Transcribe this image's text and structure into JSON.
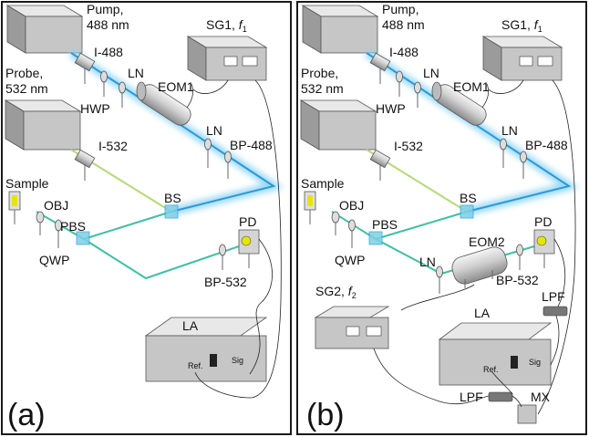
{
  "panels": [
    {
      "tag": "(a)",
      "labels": {
        "pump1": "Pump,",
        "pump2": "488 nm",
        "probe1": "Probe,",
        "probe2": "532 nm",
        "i488": "I-488",
        "i532": "I-532",
        "hwp": "HWP",
        "ln1": "LN",
        "ln2": "LN",
        "eom1": "EOM1",
        "bp488": "BP-488",
        "sample": "Sample",
        "obj": "OBJ",
        "qwp": "QWP",
        "pbs": "PBS",
        "bs": "BS",
        "pd": "PD",
        "bp532": "BP-532",
        "sg1": "SG1, ",
        "f": "f",
        "fsub": "1",
        "la": "LA",
        "ref": "Ref.",
        "sig": "Sig"
      }
    },
    {
      "tag": "(b)",
      "labels": {
        "pump1": "Pump,",
        "pump2": "488 nm",
        "probe1": "Probe,",
        "probe2": "532 nm",
        "i488": "I-488",
        "i532": "I-532",
        "hwp": "HWP",
        "ln1": "LN",
        "ln2": "LN",
        "eom1": "EOM1",
        "bp488": "BP-488",
        "sample": "Sample",
        "obj": "OBJ",
        "qwp": "QWP",
        "pbs": "PBS",
        "bs": "BS",
        "pd": "PD",
        "bp532": "BP-532",
        "sg1": "SG1, ",
        "f": "f",
        "fsub": "1",
        "la": "LA",
        "ref": "Ref.",
        "sig": "Sig",
        "eom2": "EOM2",
        "ln3": "LN",
        "sg2": "SG2, ",
        "f2": "f",
        "f2sub": "2",
        "lpf1": "LPF",
        "lpf2": "LPF",
        "mx": "MX"
      }
    }
  ],
  "colors": {
    "frame": "#1a1a1a",
    "pump_beam": "#2a9ad6",
    "pump_glow": "#8fd4f5",
    "probe_beam": "#b6d977",
    "combined_beam": "#3fbfa3",
    "box_top": "#e6e6e6",
    "box_front": "#c4c4c4",
    "box_side": "#9a9a9a"
  }
}
